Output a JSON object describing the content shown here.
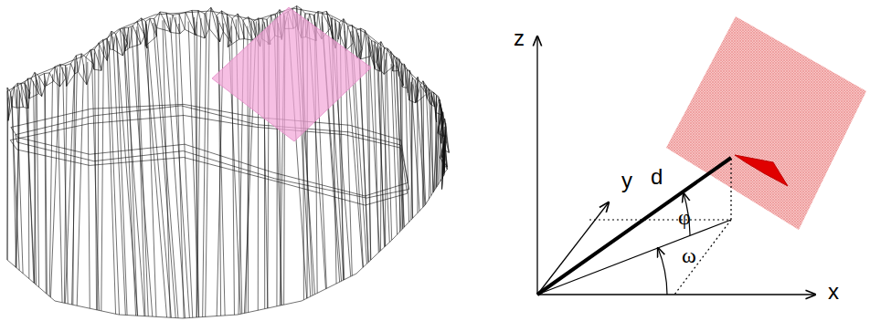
{
  "diagram": {
    "labels": [
      "z",
      "y",
      "d",
      "φ",
      "ω",
      "x"
    ]
  }
}
